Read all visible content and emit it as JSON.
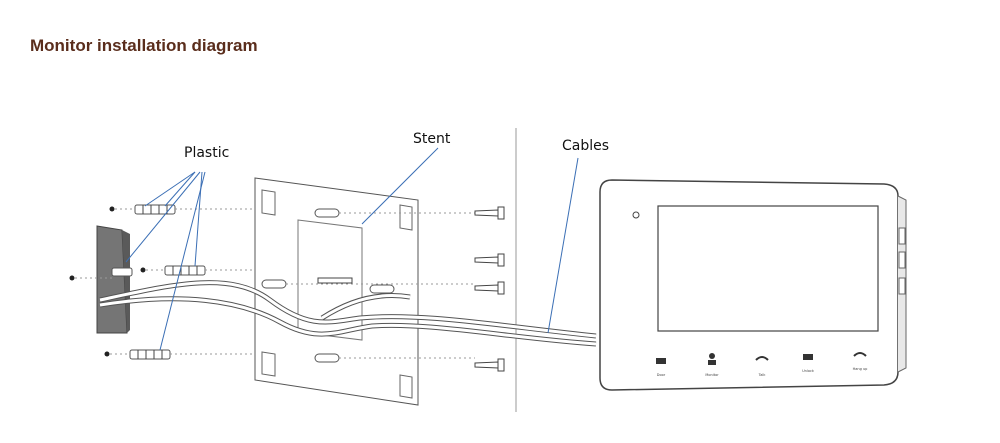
{
  "title": "Monitor installation diagram",
  "labels": {
    "plastic": "Plastic",
    "stent": "Stent",
    "cables": "Cables"
  },
  "monitor_buttons": [
    "Door",
    "Monitor",
    "Talk",
    "Unlock",
    "Hang up"
  ],
  "icons": [
    "wall-anchor-icon",
    "screw-icon",
    "monitor-icon",
    "junction-box-icon"
  ]
}
